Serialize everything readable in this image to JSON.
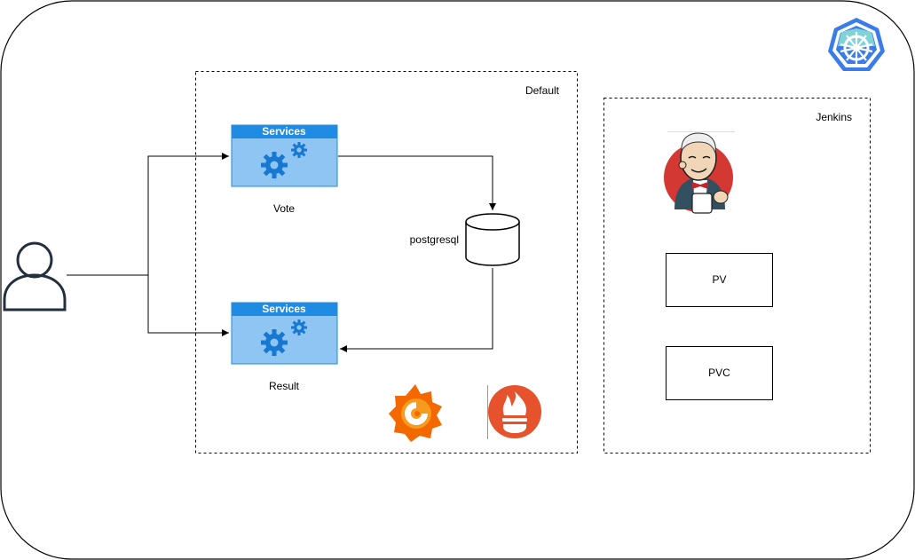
{
  "outer_frame": {
    "name": "cluster-boundary"
  },
  "namespaces": {
    "default": {
      "label": "Default"
    },
    "jenkins": {
      "label": "Jenkins"
    }
  },
  "services": {
    "vote": {
      "header": "Services",
      "caption": "Vote"
    },
    "result": {
      "header": "Services",
      "caption": "Result"
    }
  },
  "database": {
    "label": "postgresql"
  },
  "storage": {
    "pv": {
      "label": "PV"
    },
    "pvc": {
      "label": "PVC"
    }
  },
  "icons": {
    "user": "user-icon",
    "kubernetes": "kubernetes-logo",
    "jenkins": "jenkins-logo",
    "grafana": "grafana-logo",
    "prometheus": "prometheus-logo"
  },
  "colors": {
    "service_fill": "#8ec5f2",
    "service_header": "#1f8be3",
    "service_gear": "#1877d1",
    "kubernetes": "#3a7de8",
    "jenkins_red": "#d33833",
    "grafana": "#f46800",
    "prometheus": "#e6522c",
    "user_stroke": "#232f3e"
  }
}
